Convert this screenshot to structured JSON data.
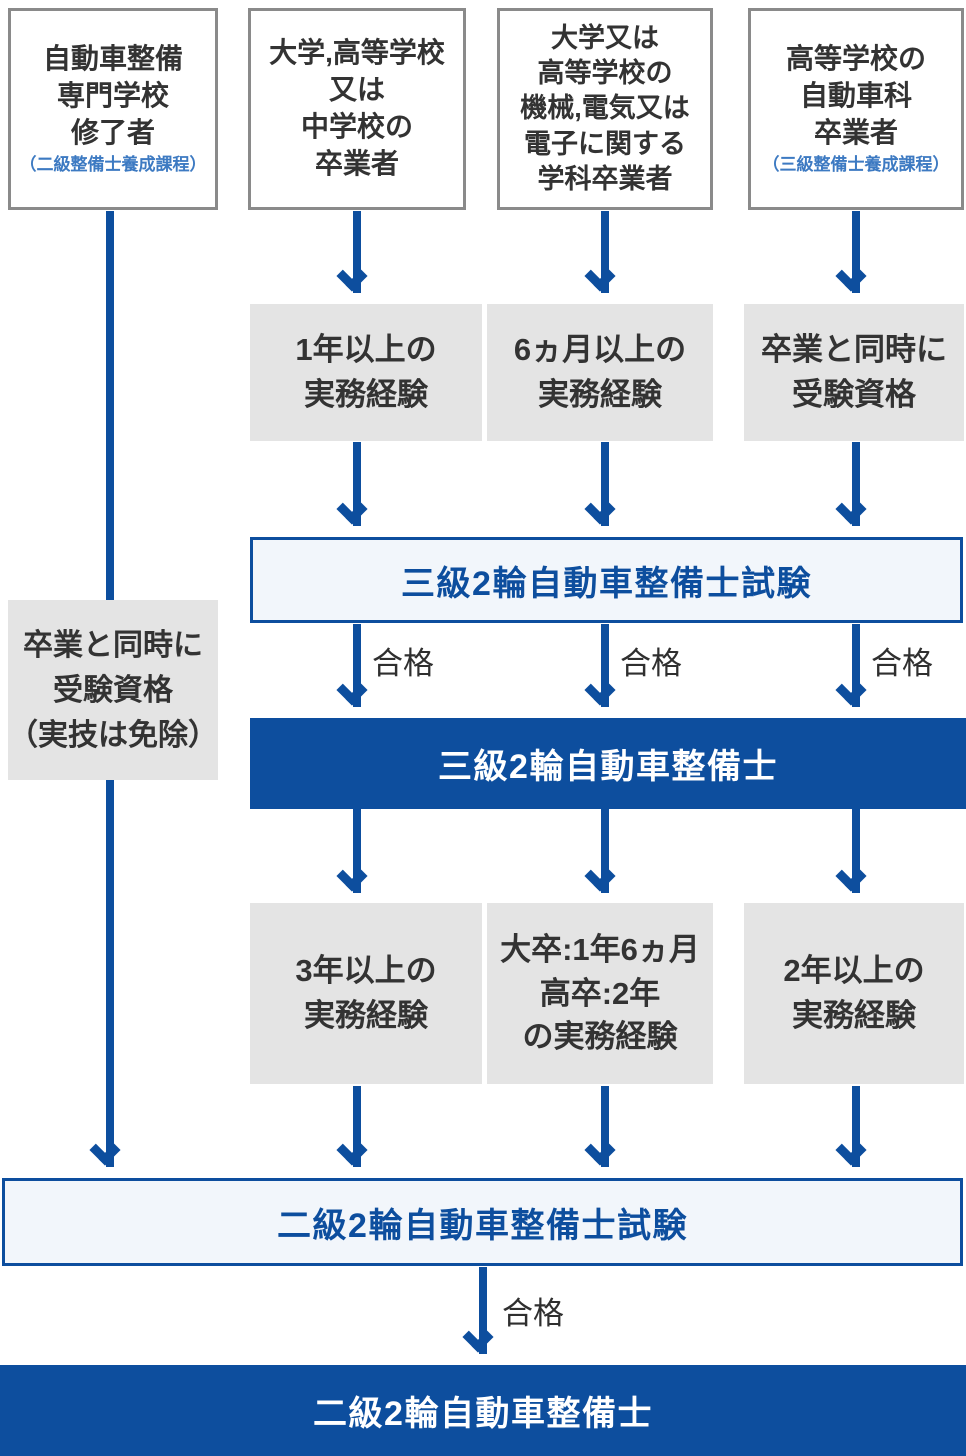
{
  "palette": {
    "accent_blue": "#0d4e9e",
    "exam_box_fill": "#f2f6fb",
    "note_text_blue": "#3d7ac2",
    "experience_box_fill": "#e4e4e4",
    "entry_box_border": "#8a8a8a",
    "text_dark": "#333333"
  },
  "nodes": {
    "entry_vocational": {
      "lines": [
        "自動車整備",
        "専門学校",
        "修了者"
      ],
      "note": "（二級整備士養成課程）"
    },
    "entry_university": {
      "lines": [
        "大学,高等学校",
        "又は",
        "中学校の",
        "卒業者"
      ]
    },
    "entry_department": {
      "lines": [
        "大学又は",
        "高等学校の",
        "機械,電気又は",
        "電子に関する",
        "学科卒業者"
      ]
    },
    "entry_highschool_auto": {
      "lines": [
        "高等学校の",
        "自動車科",
        "卒業者"
      ],
      "note": "（三級整備士養成課程）"
    },
    "exp_1year": {
      "lines": [
        "1年以上の",
        "実務経験"
      ]
    },
    "exp_6months": {
      "lines": [
        "6ヵ月以上の",
        "実務経験"
      ]
    },
    "qual_on_graduation": {
      "lines": [
        "卒業と同時に",
        "受験資格"
      ]
    },
    "qual_on_graduation_exempt": {
      "lines": [
        "卒業と同時に",
        "受験資格",
        "（実技は免除）"
      ]
    },
    "exam_grade3": {
      "label": "三級2輪自動車整備士試験"
    },
    "cert_grade3": {
      "label": "三級2輪自動車整備士"
    },
    "exp_3years": {
      "lines": [
        "3年以上の",
        "実務経験"
      ]
    },
    "exp_mixed": {
      "lines": [
        "大卒:1年6ヵ月",
        "高卒:2年",
        "の実務経験"
      ]
    },
    "exp_2years": {
      "lines": [
        "2年以上の",
        "実務経験"
      ]
    },
    "exam_grade2": {
      "label": "二級2輪自動車整備士試験"
    },
    "cert_grade2": {
      "label": "二級2輪自動車整備士"
    }
  },
  "labels": {
    "pass": "合格"
  }
}
